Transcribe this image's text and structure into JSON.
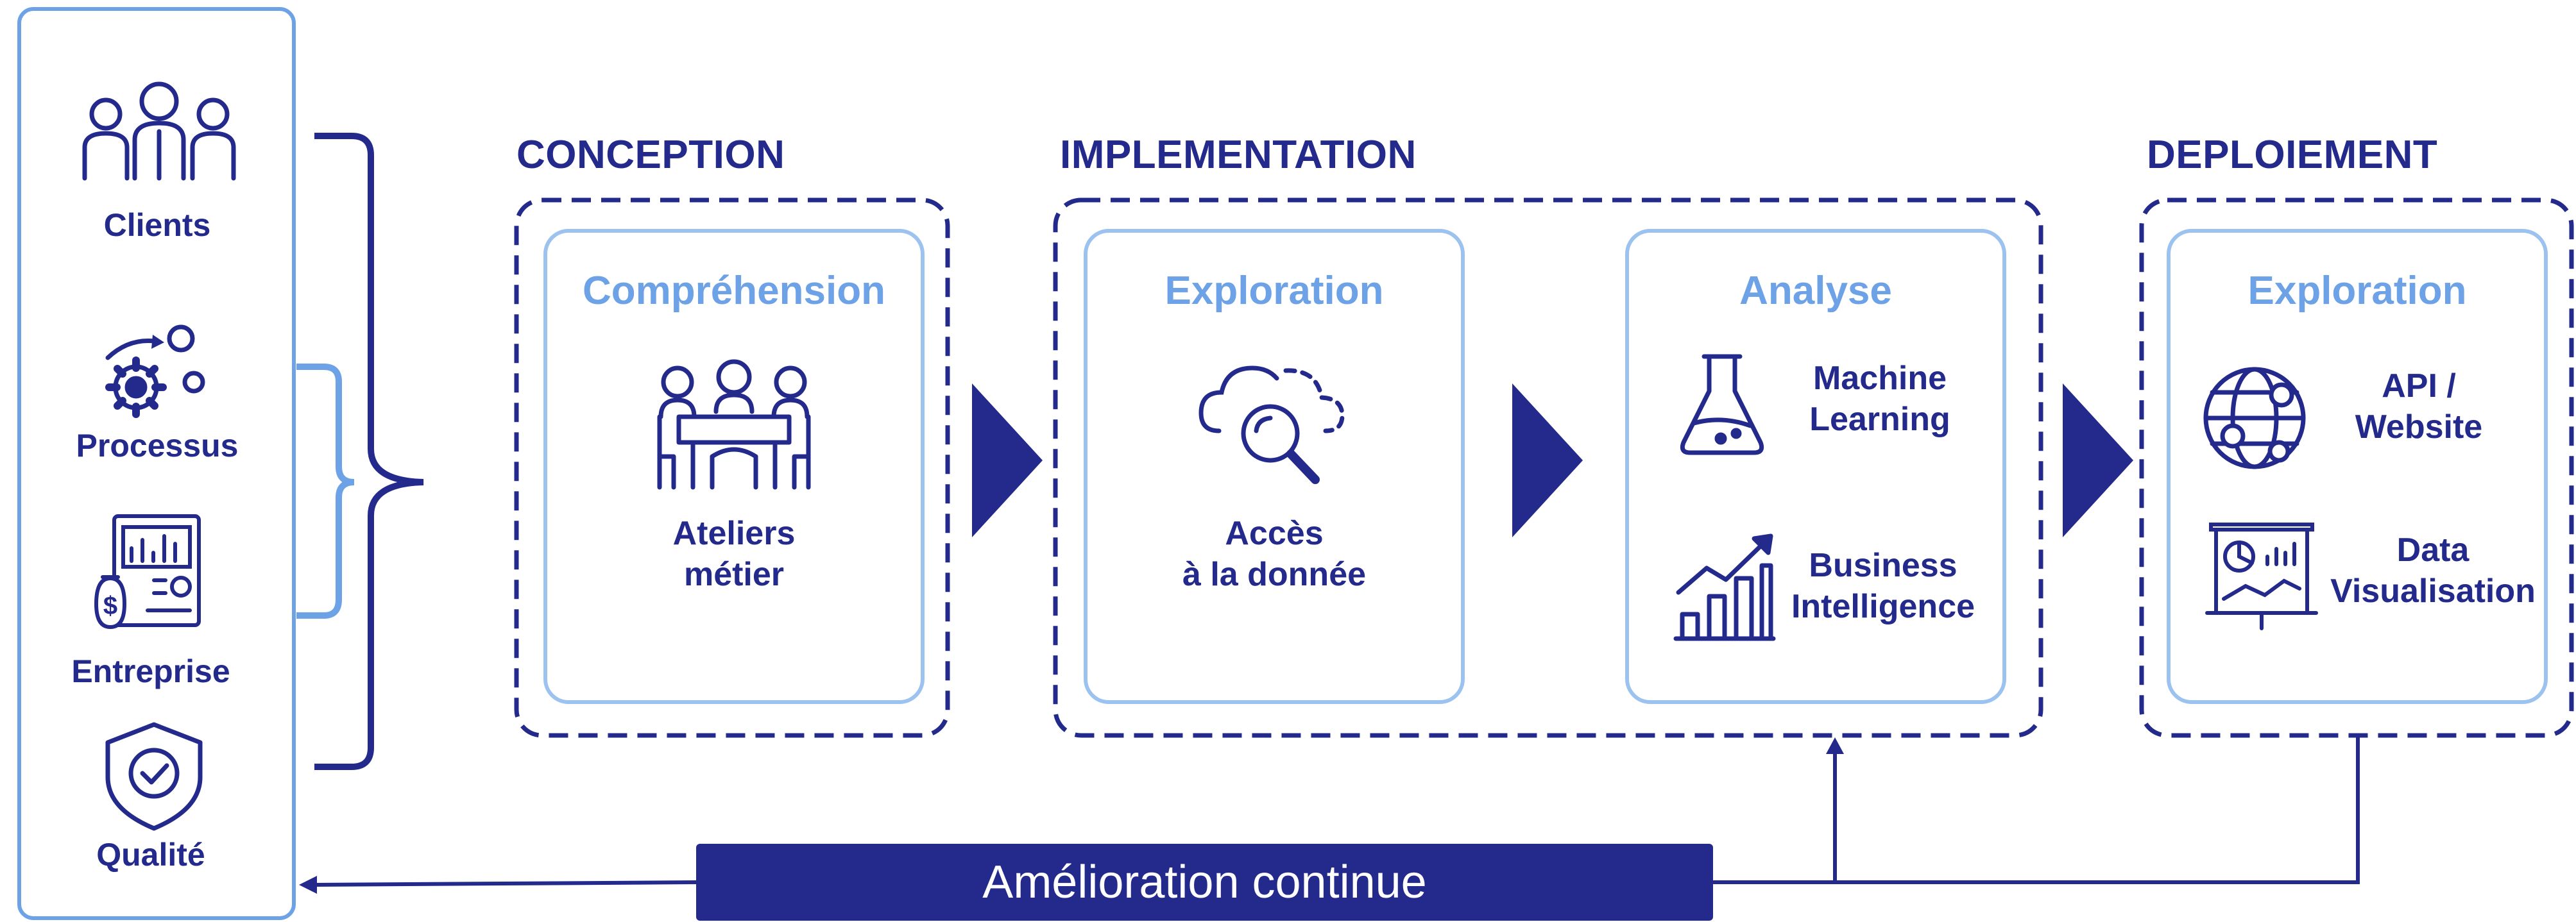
{
  "colors": {
    "navy": "#232a8c",
    "light_blue": "#6ea2e6",
    "white": "#ffffff"
  },
  "sidebar": {
    "items": [
      {
        "label": "Clients",
        "icon": "people-group-icon"
      },
      {
        "label": "Processus",
        "icon": "gears-icon"
      },
      {
        "label": "Entreprise",
        "icon": "business-report-icon"
      },
      {
        "label": "Qualité",
        "icon": "shield-check-icon"
      }
    ]
  },
  "sections": {
    "conception": {
      "title": "CONCEPTION"
    },
    "implementation": {
      "title": "IMPLEMENTATION"
    },
    "deploiement": {
      "title": "DEPLOIEMENT"
    }
  },
  "cards": {
    "comprehension": {
      "title": "Compréhension",
      "text_1": "Ateliers",
      "text_2": "métier",
      "icon": "meeting-table-icon"
    },
    "exploration": {
      "title": "Exploration",
      "text_1": "Accès",
      "text_2": "à la donnée",
      "icon": "cloud-search-icon"
    },
    "analyse": {
      "title": "Analyse",
      "items": [
        {
          "line_1": "Machine",
          "line_2": "Learning",
          "icon": "flask-icon"
        },
        {
          "line_1": "Business",
          "line_2": "Intelligence",
          "icon": "growth-chart-icon"
        }
      ]
    },
    "deploy_exploration": {
      "title": "Exploration",
      "items": [
        {
          "line_1": "API /",
          "line_2": "Website",
          "icon": "globe-network-icon"
        },
        {
          "line_1": "Data",
          "line_2": "Visualisation",
          "icon": "presentation-board-icon"
        }
      ]
    }
  },
  "feedback": {
    "label": "Amélioration continue"
  }
}
